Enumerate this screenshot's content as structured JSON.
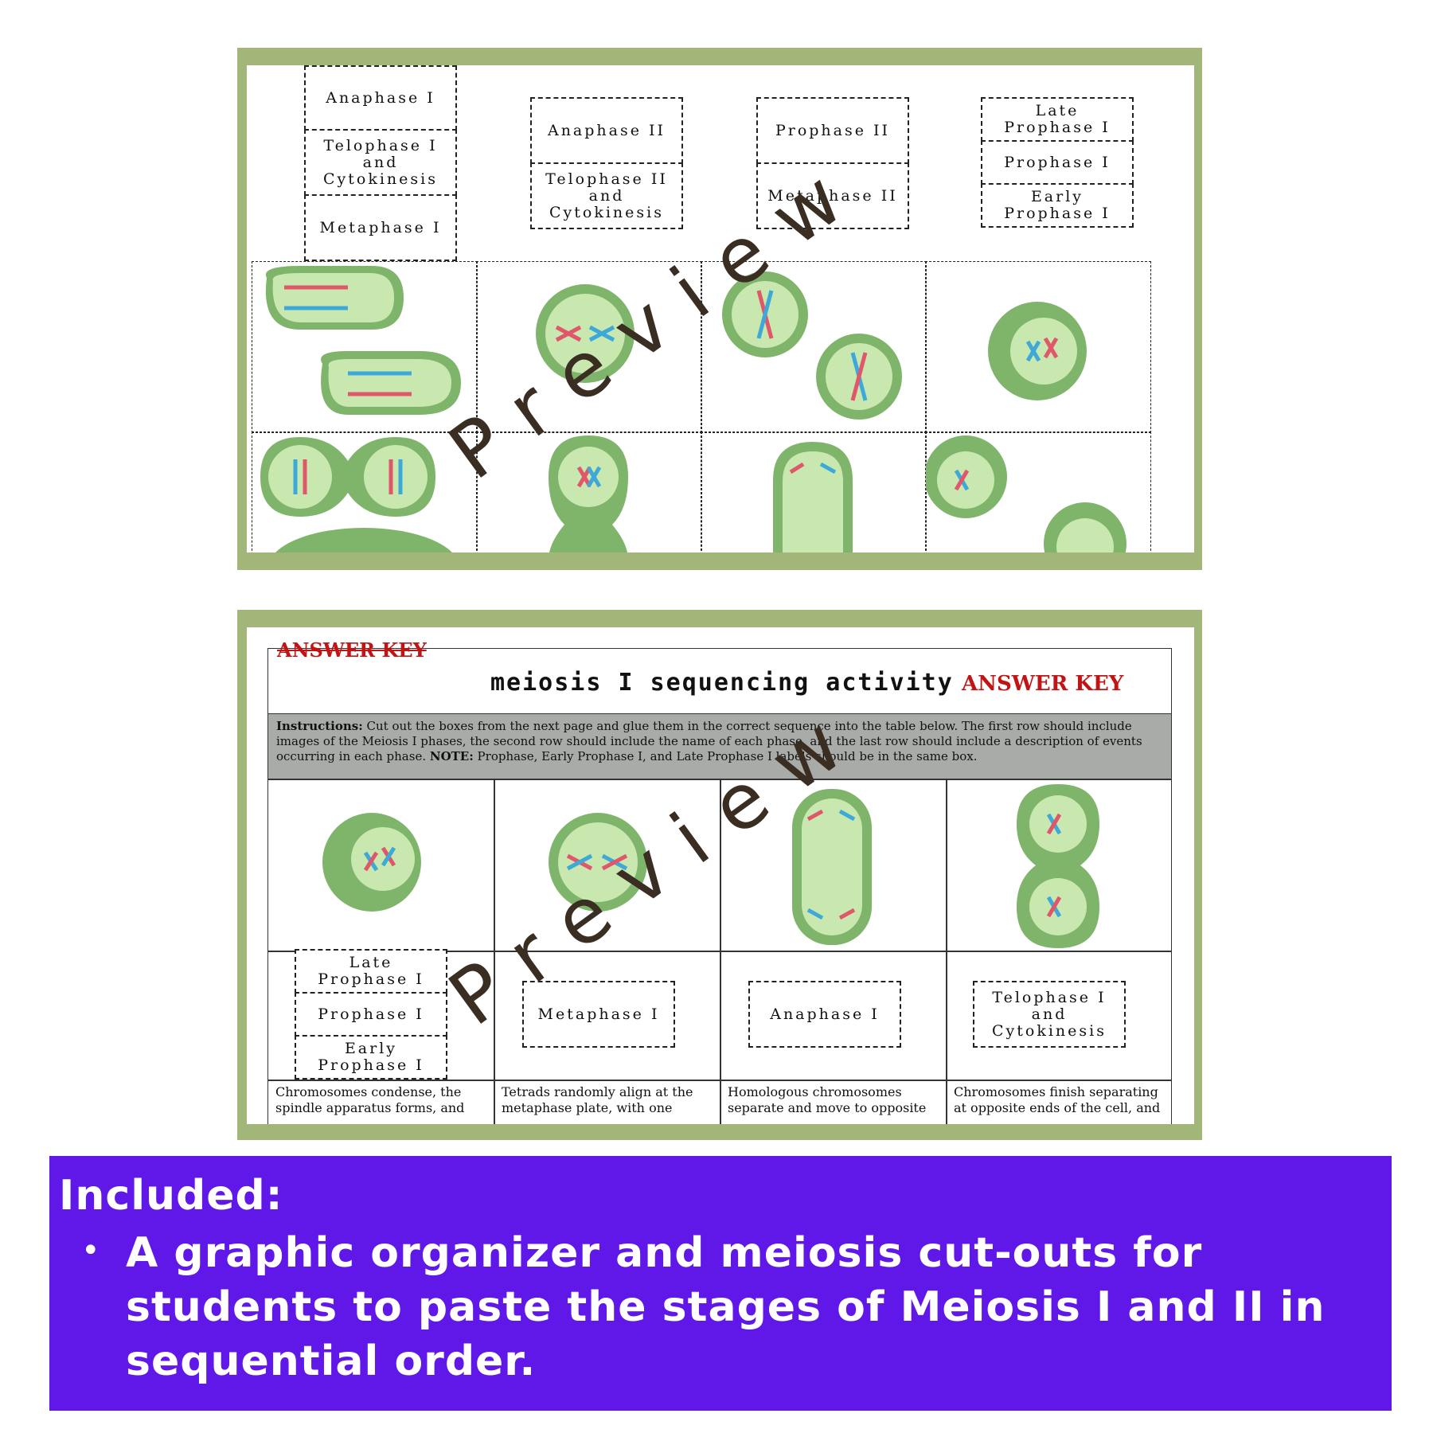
{
  "preview_top": {
    "label_boxes": [
      {
        "text": "Anaphase I"
      },
      {
        "text": "Telophase I\nand\nCytokinesis"
      },
      {
        "text": "Metaphase I"
      },
      {
        "text": "Anaphase II"
      },
      {
        "text": "Telophase II\nand\nCytokinesis"
      },
      {
        "text": "Prophase II"
      },
      {
        "text": "Metaphase II"
      },
      {
        "text": "Late\nProphase I"
      },
      {
        "text": "Prophase I"
      },
      {
        "text": "Early\nProphase I"
      }
    ],
    "watermark": "Preview"
  },
  "preview_bottom": {
    "answer_key_corner": "ANSWER KEY",
    "title": "meiosis I sequencing activity",
    "answer_key": "ANSWER KEY",
    "instructions_label": "Instructions:",
    "instructions_text": " Cut out the boxes from the next page and glue them in the correct sequence into the table below. The first row should include images of the Meiosis I phases, the second row should include the name of each phase, and the last row should include a description of events occurring in each phase. ",
    "note_label": "NOTE:",
    "note_text": " Prophase, Early Prophase I, and Late Prophase I labels should be in the same box.",
    "phase_labels": [
      {
        "text": "Late\nProphase I"
      },
      {
        "text": "Prophase I"
      },
      {
        "text": "Early\nProphase I"
      },
      {
        "text": "Metaphase I"
      },
      {
        "text": "Anaphase I"
      },
      {
        "text": "Telophase I\nand\nCytokinesis"
      }
    ],
    "descriptions": [
      "Chromosomes condense, the spindle apparatus forms, and",
      "Tetrads randomly align at the metaphase plate, with one",
      "Homologous chromosomes separate and move to opposite",
      "Chromosomes finish separating at opposite ends of the cell, and"
    ],
    "watermark": "Preview"
  },
  "banner": {
    "heading": "Included:",
    "bullet": "A graphic organizer and meiosis cut-outs for students to paste the stages of Meiosis I and II in sequential order."
  },
  "colors": {
    "frame": "#a3b67a",
    "cell_outer": "#7fb56b",
    "cell_inner": "#c8e8b0",
    "chrom_red": "#e0566a",
    "chrom_blue": "#3ea8d8",
    "banner": "#6018e8",
    "answer_red": "#c21414"
  }
}
